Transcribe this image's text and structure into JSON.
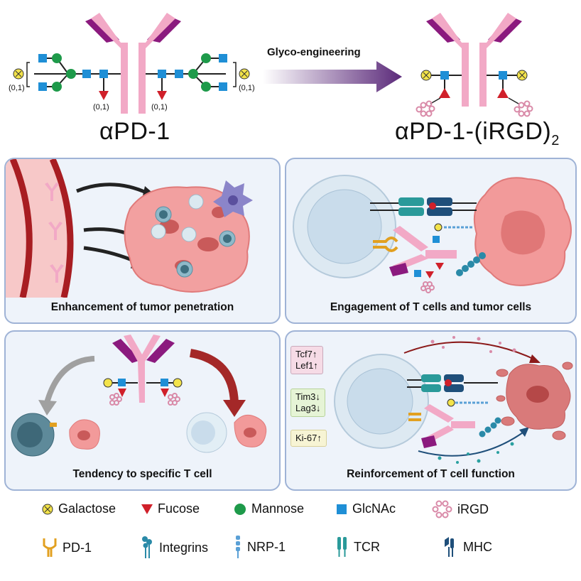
{
  "header": {
    "left_title": "αPD-1",
    "right_title": "αPD-1-(iRGD)",
    "right_title_sub": "2",
    "arrow_label": "Glyco-engineering",
    "occupancy_labels": {
      "left_outer": "(0,1)",
      "left_fucose": "(0,1)",
      "right_fucose": "(0,1)",
      "right_outer": "(0,1)"
    }
  },
  "panels": {
    "top_left": {
      "caption": "Enhancement of  tumor penetration"
    },
    "top_right": {
      "caption": "Engagement of T cells and tumor cells"
    },
    "bottom_left": {
      "caption": "Tendency to specific T cell"
    },
    "bottom_right": {
      "caption": "Reinforcement of T cell function",
      "markers": [
        {
          "line1": "Tcf7↑",
          "line2": "Lef1↑",
          "bg": "#f6dbe6"
        },
        {
          "line1": "Tim3↓",
          "line2": "Lag3↓",
          "bg": "#e6f4d6"
        },
        {
          "line1": "Ki-67↑",
          "line2": "",
          "bg": "#f7f4d4"
        }
      ]
    }
  },
  "legend": {
    "galactose": "Galactose",
    "fucose": "Fucose",
    "mannose": "Mannose",
    "glcnac": "GlcNAc",
    "irgd": "iRGD",
    "pd1": "PD-1",
    "integrins": "Integrins",
    "nrp1": "NRP-1",
    "tcr": "TCR",
    "mhc": "MHC"
  },
  "colors": {
    "antibody_pink": "#f2a9c6",
    "antibody_purple": "#8b1a7e",
    "glcnac_blue": "#1f8fd6",
    "mannose_green": "#1e9a4a",
    "fucose_red": "#d0202a",
    "galactose_yellow": "#f3e34a",
    "panel_bg": "#eef3fa",
    "panel_border": "#9fb3d6",
    "arrow_purple": "#5b2a7a"
  }
}
